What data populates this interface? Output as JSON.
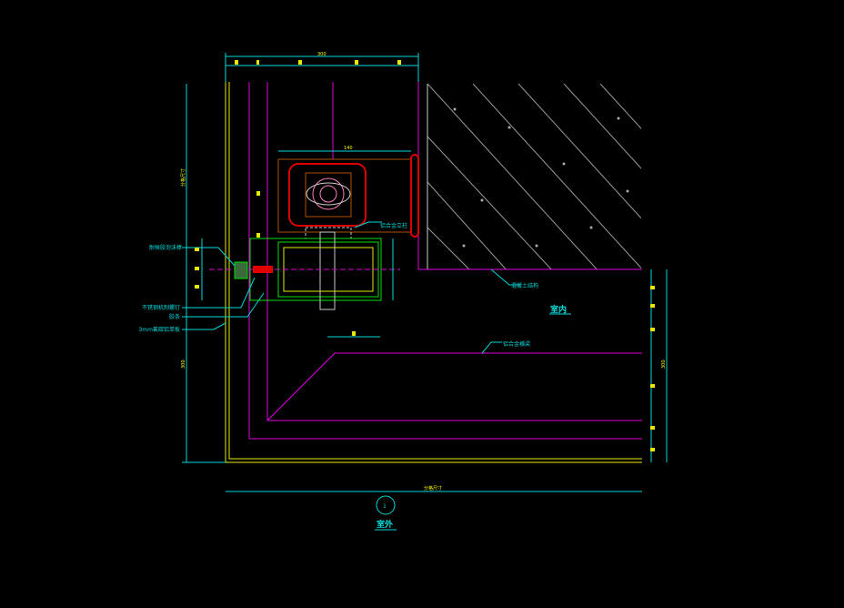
{
  "drawing": {
    "detail_number": "1",
    "indoor_label": "室内",
    "outdoor_label": "室外",
    "dim_top": "300",
    "dim_mullion": "140",
    "dim_left": "分格尺寸",
    "dim_bottom": "分格尺寸",
    "dim_left_low": "300",
    "dim_right": "300",
    "callouts": {
      "mullion": "铝合金立柱",
      "concrete": "混凝土结构",
      "beam": "铝合金横梁",
      "sealant": "耐候胶泡沫棒",
      "screw": "不锈钢机制螺钉",
      "strip": "胶条",
      "panel": "3mm氟碳铝单板"
    }
  }
}
